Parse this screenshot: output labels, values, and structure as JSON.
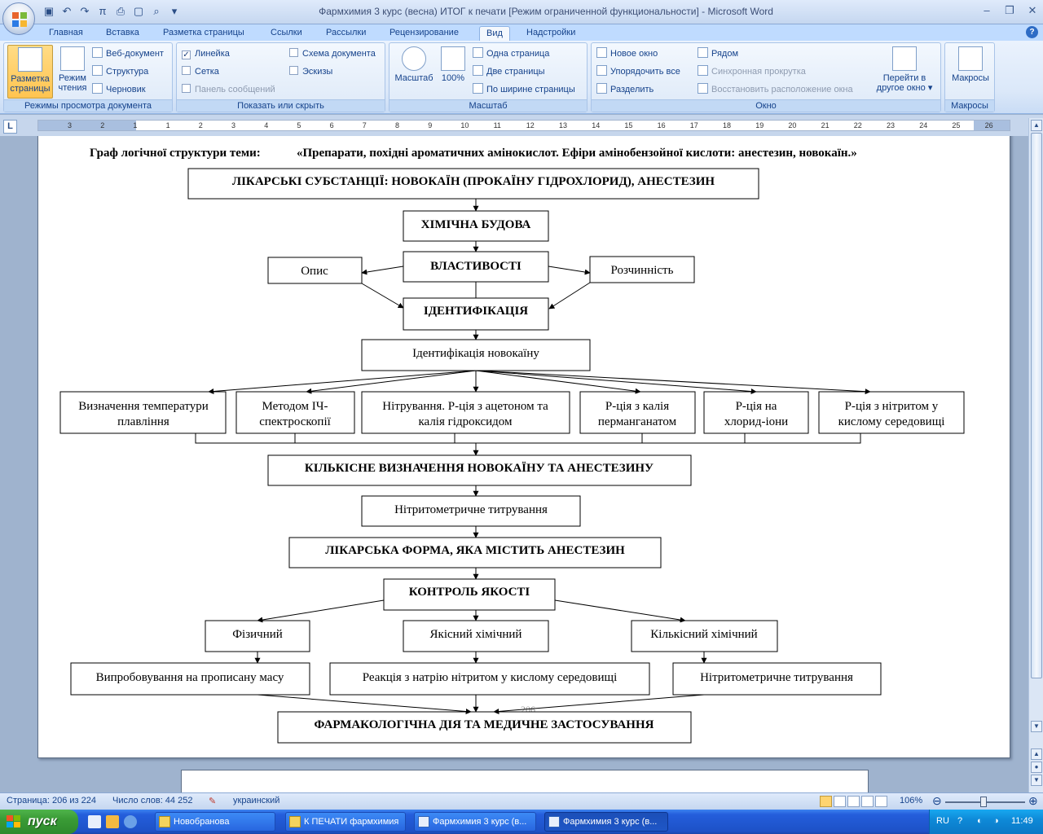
{
  "window": {
    "title": "Фармхимия 3 курс (весна) ИТОГ к печати [Режим ограниченной функциональности] - Microsoft Word"
  },
  "ribbon_tabs": [
    "Главная",
    "Вставка",
    "Разметка страницы",
    "Ссылки",
    "Рассылки",
    "Рецензирование",
    "Вид",
    "Надстройки"
  ],
  "ribbon": {
    "views": {
      "label": "Режимы просмотра документа",
      "print_layout_1": "Разметка",
      "print_layout_2": "страницы",
      "reading_1": "Режим",
      "reading_2": "чтения",
      "web": "Веб-документ",
      "outline": "Структура",
      "draft": "Черновик"
    },
    "show_hide": {
      "label": "Показать или скрыть",
      "ruler": "Линейка",
      "gridlines": "Сетка",
      "message_bar": "Панель сообщений",
      "doc_map": "Схема документа",
      "thumbnails": "Эскизы"
    },
    "zoom": {
      "label": "Масштаб",
      "zoom": "Масштаб",
      "hundred": "100%",
      "one_page": "Одна страница",
      "two_pages": "Две страницы",
      "page_width": "По ширине страницы"
    },
    "window_group": {
      "label": "Окно",
      "new_window": "Новое окно",
      "arrange_all": "Упорядочить все",
      "split": "Разделить",
      "side_by_side": "Рядом",
      "sync_scroll": "Синхронная прокрутка",
      "reset_pos": "Восстановить расположение окна",
      "switch_1": "Перейти в",
      "switch_2": "другое окно"
    },
    "macros": {
      "label": "Макросы",
      "macros": "Макросы"
    }
  },
  "ruler": {
    "corner": "L",
    "numbers": [
      "3",
      "2",
      "1",
      "1",
      "2",
      "3",
      "4",
      "5",
      "6",
      "7",
      "8",
      "9",
      "10",
      "11",
      "12",
      "13",
      "14",
      "15",
      "16",
      "17",
      "18",
      "19",
      "20",
      "21",
      "22",
      "23",
      "24",
      "25",
      "26"
    ]
  },
  "diagram": {
    "heading_a": "Граф логічної структури теми:",
    "heading_b": "«Препарати, похідні ароматичних амінокислот. Ефіри амінобензойної кислоти: анестезин, новокаїн.»",
    "substances": "ЛІКАРСЬКІ СУБСТАНЦІЇ: НОВОКАЇН (ПРОКАЇНУ ГІДРОХЛОРИД), АНЕСТЕЗИН",
    "structure": "ХІМІЧНА БУДОВА",
    "properties": "ВЛАСТИВОСТІ",
    "description": "Опис",
    "solubility": "Розчинність",
    "identification": "ІДЕНТИФІКАЦІЯ",
    "novocaine_id": "Ідентифікація новокаїну",
    "melting_1": "Визначення температури",
    "melting_2": "плавління",
    "ir_1": "Методом ІЧ-",
    "ir_2": "спектроскопії",
    "nitration_1": "Нітрування. Р-ція з ацетоном та",
    "nitration_2": "калія гідроксидом",
    "kmno4_1": "Р-ція з калія",
    "kmno4_2": "перманганатом",
    "chloride_1": "Р-ція на",
    "chloride_2": "хлорид-іони",
    "nitrite_1": "Р-ція з нітритом у",
    "nitrite_2": "кислому середовищі",
    "quant": "КІЛЬКІСНЕ ВИЗНАЧЕННЯ НОВОКАЇНУ ТА АНЕСТЕЗИНУ",
    "nitritometry": "Нітритометричне титрування",
    "dosage_form": "ЛІКАРСЬКА ФОРМА, ЯКА МІСТИТЬ АНЕСТЕЗИН",
    "quality": "КОНТРОЛЬ ЯКОСТІ",
    "physical": "Фізичний",
    "qual_chem": "Якісний  хімічний",
    "quant_chem": "Кількісний хімічний",
    "mass_test": "Випробовування на прописану масу",
    "nitrite_reaction": "Реакція з натрію нітритом у кислому середовищі",
    "nitritometry2": "Нітритометричне титрування",
    "pharm_action": "ФАРМАКОЛОГІЧНА ДІЯ ТА МЕДИЧНЕ ЗАСТОСУВАННЯ",
    "page_number": "206"
  },
  "status_bar": {
    "page": "Страница: 206 из 224",
    "words": "Число слов: 44 252",
    "language": "украинский",
    "zoom": "106%"
  },
  "taskbar": {
    "start": "пуск",
    "tasks": [
      "Новобранова",
      "К ПЕЧАТИ фармхимия",
      "Фармхимия 3 курс (в...",
      "Фармхимия 3 курс (в..."
    ],
    "lang": "RU",
    "time": "11:49"
  }
}
